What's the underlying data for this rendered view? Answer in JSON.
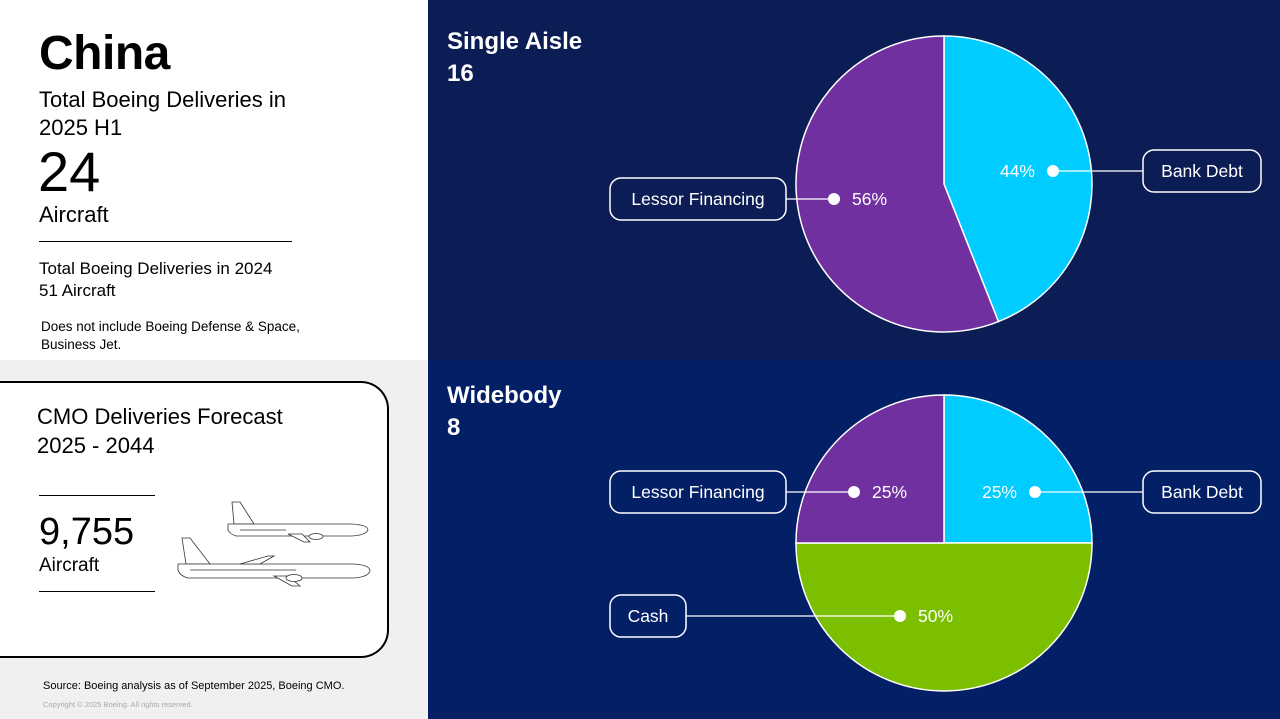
{
  "summary": {
    "country": "China",
    "deliveries_label": "Total Boeing Deliveries in 2025 H1",
    "deliveries_value": "24",
    "deliveries_unit": "Aircraft",
    "prev_label": "Total Boeing Deliveries in 2024",
    "prev_value": "51 Aircraft",
    "note": "Does not include Boeing Defense & Space, Business Jet."
  },
  "cmo": {
    "title_line1": "CMO Deliveries Forecast",
    "title_line2": "2025 - 2044",
    "value": "9,755",
    "unit": "Aircraft"
  },
  "footer": {
    "source": "Source: Boeing analysis as of September 2025, Boeing CMO.",
    "copyright": "Copyright © 2025 Boeing. All rights reserved."
  },
  "colors": {
    "panel_top": "#0b1d54",
    "panel_bottom": "#032066",
    "bank_debt": "#00ccff",
    "lessor_financing": "#7030a0",
    "cash": "#7bbf00"
  },
  "chart_data": [
    {
      "type": "pie",
      "title": "Single Aisle",
      "subtitle": "16",
      "slices": [
        {
          "label": "Bank Debt",
          "value": 44,
          "display": "44%",
          "color": "#00ccff",
          "side": "right"
        },
        {
          "label": "Lessor Financing",
          "value": 56,
          "display": "56%",
          "color": "#7030a0",
          "side": "left"
        }
      ]
    },
    {
      "type": "pie",
      "title": "Widebody",
      "subtitle": "8",
      "slices": [
        {
          "label": "Bank Debt",
          "value": 25,
          "display": "25%",
          "color": "#00ccff",
          "side": "right"
        },
        {
          "label": "Cash",
          "value": 50,
          "display": "50%",
          "color": "#7bbf00",
          "side": "left"
        },
        {
          "label": "Lessor Financing",
          "value": 25,
          "display": "25%",
          "color": "#7030a0",
          "side": "left"
        }
      ]
    }
  ]
}
